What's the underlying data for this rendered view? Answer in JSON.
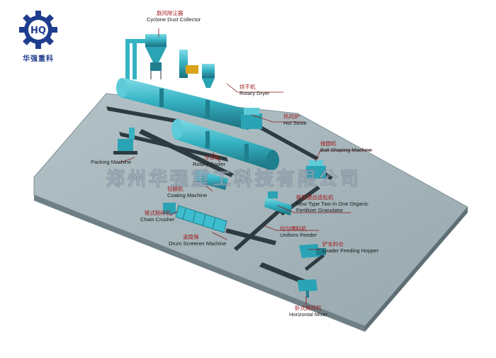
{
  "logo": {
    "monogram": "HQ",
    "name": "华强重科"
  },
  "watermark": "郑州华强重工科技有限公司",
  "colors": {
    "ground": "#9fb0b6",
    "ground_edge": "#7d8f96",
    "machine": "#36b3c4",
    "machine_dark": "#1f7f8f",
    "conveyor": "#2d3b40",
    "accent": "#d9a21a",
    "label_cn": "#a01818",
    "leader": "#8a1a1a"
  },
  "labels": [
    {
      "id": "cyclone",
      "cn": "旋风除尘器",
      "en": "Cyclone Dust Collector"
    },
    {
      "id": "rotary-dryer",
      "cn": "烘干机",
      "en": "Rotary Dryer"
    },
    {
      "id": "hot-stove",
      "cn": "热风炉",
      "en": "Hot Stove"
    },
    {
      "id": "ball-shaping",
      "cn": "抛圆机",
      "en": "Ball Shaping Machine"
    },
    {
      "id": "packing",
      "cn": "",
      "en": "Packing Machine"
    },
    {
      "id": "rotary-cooler",
      "cn": "冷却机",
      "en": "Rotary Cooler"
    },
    {
      "id": "coating",
      "cn": "包膜机",
      "en": "Coating Machine"
    },
    {
      "id": "granulator",
      "cn": "新型搅齿造粒机",
      "en": "New Type Two In One Organic",
      "en2": "Fertilizer Granulator"
    },
    {
      "id": "chain-crusher",
      "cn": "链式粉碎机",
      "en": "Chain Crusher"
    },
    {
      "id": "uniform-feeder",
      "cn": "均匀喂料机",
      "en": "Uniform Feeder"
    },
    {
      "id": "drum-screener",
      "cn": "滚筒筛",
      "en": "Drum Screener Machine"
    },
    {
      "id": "loader-hopper",
      "cn": "铲车料仓",
      "en": "Loader Feeding Hopper"
    },
    {
      "id": "horizontal-mixer",
      "cn": "卧式搅拌机",
      "en": "Horizontal Mixer"
    }
  ]
}
